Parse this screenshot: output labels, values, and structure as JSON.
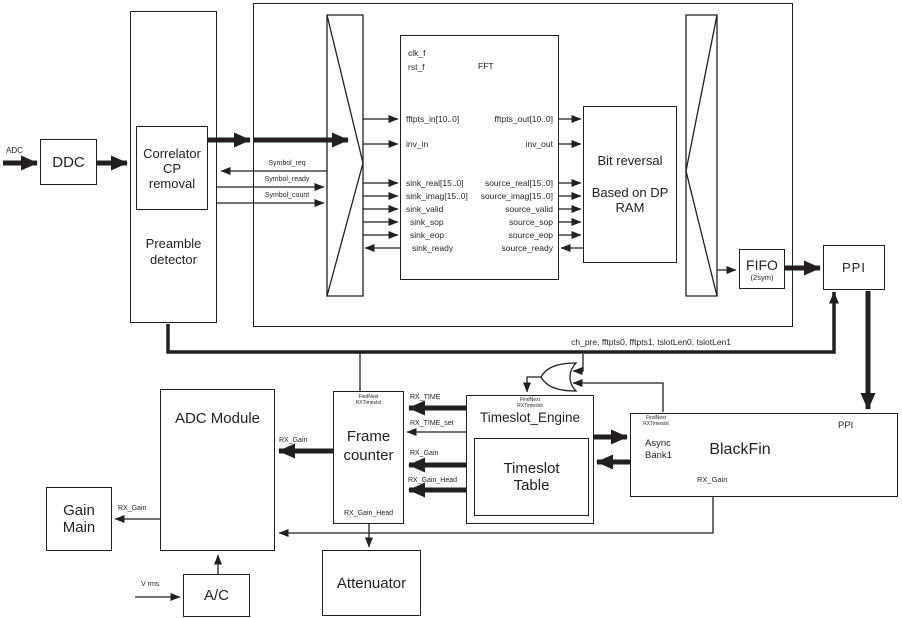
{
  "blocks": {
    "ddc": "DDC",
    "correlator": "Correlator\nCP\nremoval",
    "preamble": "Preamble\ndetector",
    "fft": "FFT",
    "clk": "clk_f",
    "rst": "rst_f",
    "bit_reversal": "Bit reversal\n\nBased on DP\nRAM",
    "fifo": "FIFO",
    "fifo_note": "(2sym)",
    "ppi": "PPI",
    "adc_module": "ADC Module",
    "gain_main": "Gain\nMain",
    "ac": "A/C",
    "attenuator": "Attenuator",
    "frame_counter": "Frame\ncounter",
    "timeslot_engine": "Timeslot_Engine",
    "timeslot_table": "Timeslot\nTable",
    "blackfin": "BlackFin",
    "async_bank": "Async\nBank1",
    "blackfin_ppi": "PPI",
    "findnext_note": "FindNext\nRXTimeslot"
  },
  "fft_ports": {
    "inputs": [
      "fftpts_in[10..0]",
      "inv_in",
      "sink_real[15..0]",
      "sink_imag[15..0]",
      "sink_valid",
      "sink_sop",
      "sink_eop",
      "sink_ready"
    ],
    "outputs": [
      "fftpts_out[10..0]",
      "inv_out",
      "source_real[15..0]",
      "source_imag[15..0]",
      "source_valid",
      "source_sop",
      "source_eop",
      "source_ready"
    ]
  },
  "signals": {
    "adc": "ADC",
    "symbol_req": "Symbol_req",
    "symbol_ready": "Symbol_ready",
    "symbol_count": "Symbol_count",
    "bus": "ch_pre, fftpts0, fftpts1, tslotLen0, tslotLen1",
    "rx_time": "RX_TIME",
    "rx_time_set": "RX_TIME_set",
    "rx_gain": "RX_Gain",
    "rx_gain_head": "RX_Gain_Head",
    "v_rms": "V rms"
  },
  "colors": {
    "line": "#231f20",
    "background": "#ffffff"
  }
}
